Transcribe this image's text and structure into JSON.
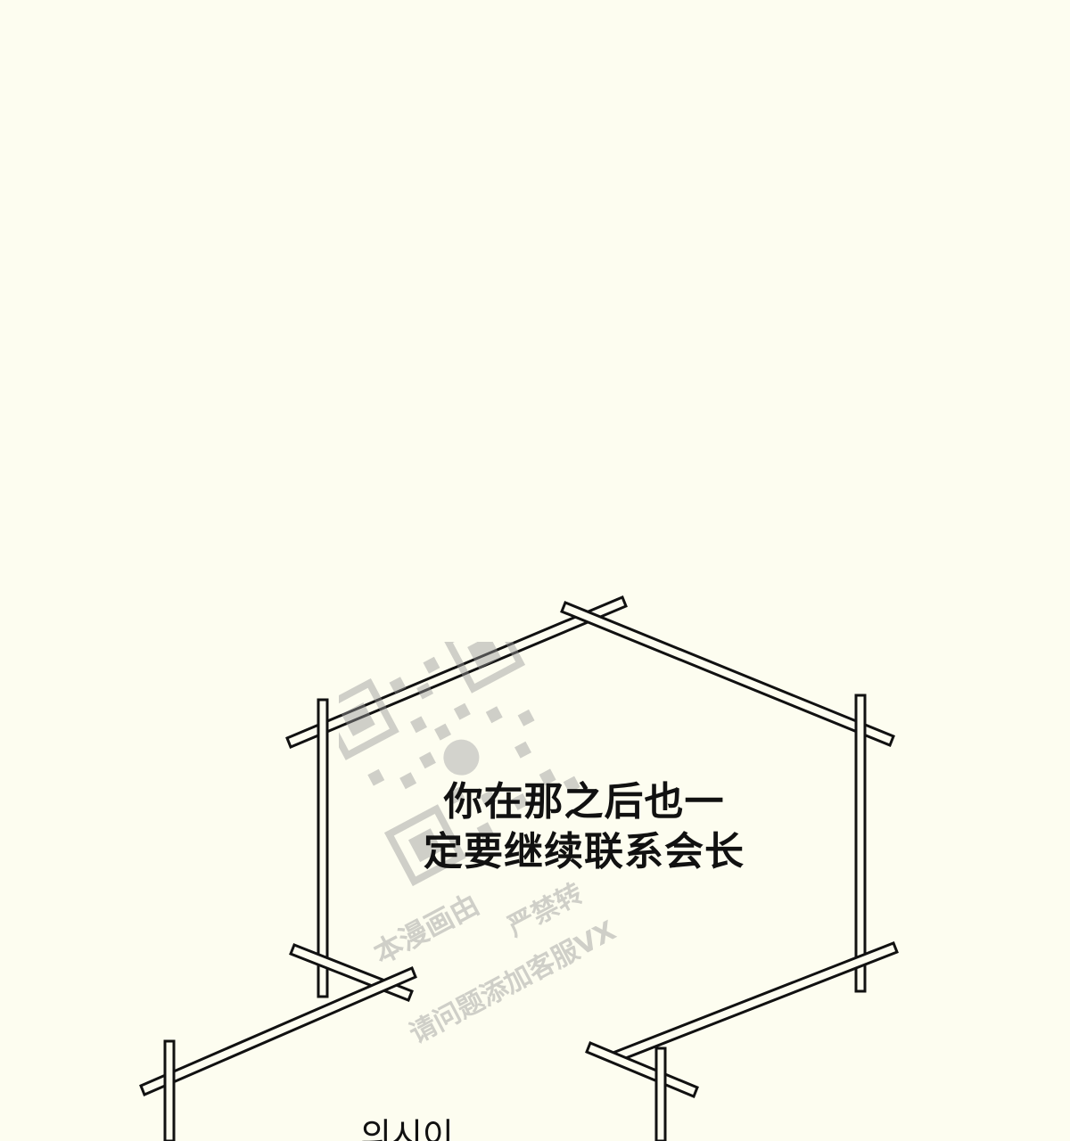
{
  "bubble_upper": {
    "line1": "你在那之后也一",
    "line2": "定要继续联系会长"
  },
  "bubble_lower": {
    "text": "의시이"
  },
  "watermark": {
    "line1": "本漫画由",
    "line2": "严禁转",
    "line3": "请问题添加客服VX",
    "accent": "rgba(150,150,150,0.45)"
  },
  "colors": {
    "background": "#fdfdf0",
    "stroke": "#111111",
    "frame_fill": "#fdfdf0"
  }
}
